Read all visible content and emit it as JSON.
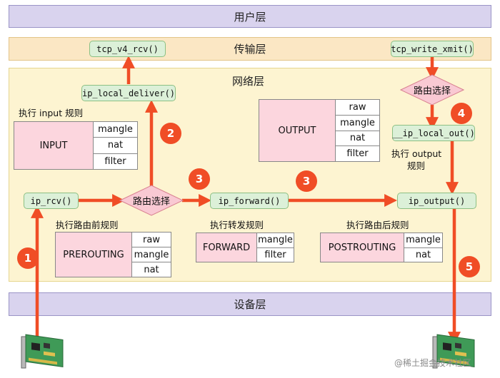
{
  "layers": {
    "user": "用户层",
    "transport": "传输层",
    "network": "网络层",
    "device": "设备层"
  },
  "functions": {
    "tcp_v4_rcv": "tcp_v4_rcv()",
    "tcp_write_xmit": "tcp_write_xmit()",
    "ip_local_deliver": "ip_local_deliver()",
    "ip_local_out": "__ip_local_out()",
    "ip_rcv": "ip_rcv()",
    "ip_forward": "ip_forward()",
    "ip_output": "ip_output()"
  },
  "decisions": {
    "input_routing": "路由选择",
    "output_routing": "路由选择"
  },
  "chains": {
    "input": {
      "name": "INPUT",
      "caption": "执行 input 规则",
      "tables": [
        "mangle",
        "nat",
        "filter"
      ]
    },
    "output": {
      "name": "OUTPUT",
      "caption_line1": "执行 output",
      "caption_line2": "规则",
      "tables": [
        "raw",
        "mangle",
        "nat",
        "filter"
      ]
    },
    "prerouting": {
      "name": "PREROUTING",
      "caption": "执行路由前规则",
      "tables": [
        "raw",
        "mangle",
        "nat"
      ]
    },
    "forward": {
      "name": "FORWARD",
      "caption": "执行转发规则",
      "tables": [
        "mangle",
        "filter"
      ]
    },
    "postrouting": {
      "name": "POSTROUTING",
      "caption": "执行路由后规则",
      "tables": [
        "mangle",
        "nat"
      ]
    }
  },
  "steps": [
    "1",
    "2",
    "3",
    "3",
    "4",
    "5"
  ],
  "watermark": "@稀土掘金技术社区",
  "colors": {
    "arrow": "#f04d26",
    "step_badge": "#f04d26",
    "function_box": "#dcf0d8",
    "chain_box": "#fcd6de",
    "decision": "#f9c9d3"
  }
}
